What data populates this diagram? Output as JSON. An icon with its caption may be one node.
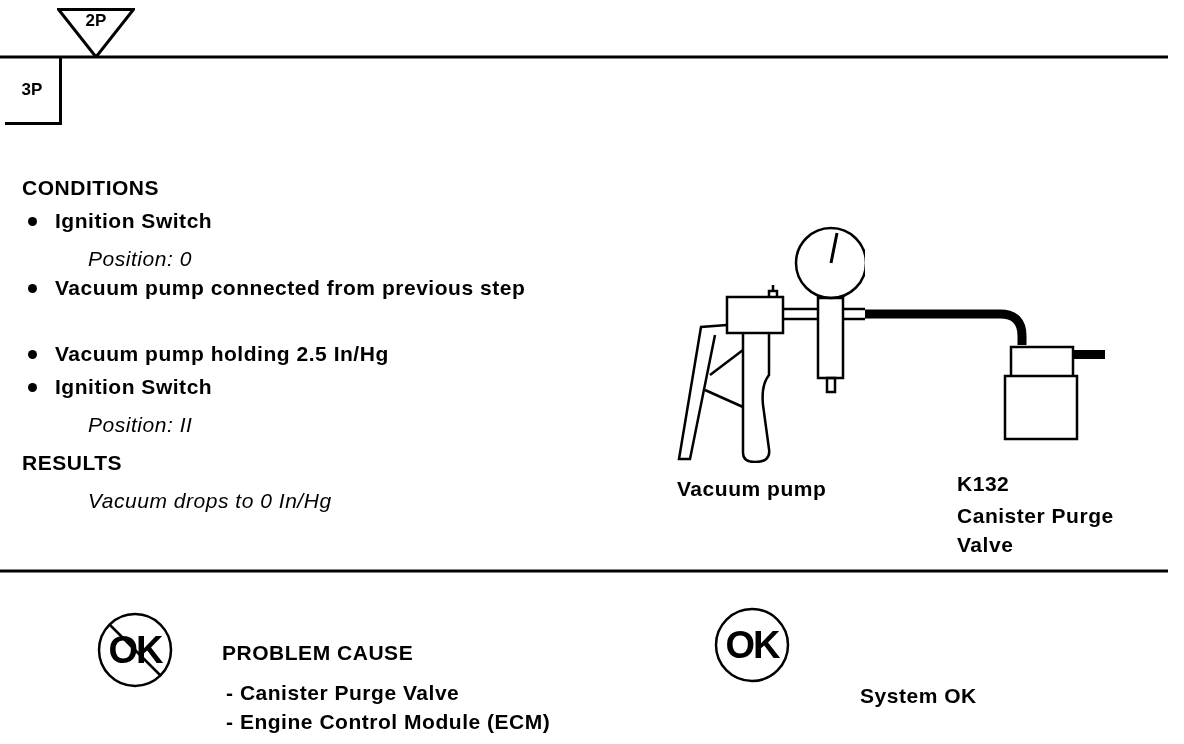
{
  "diagram": {
    "nodes": [
      {
        "text": [
          "2P"
        ]
      },
      {
        "text": [
          "3P"
        ]
      },
      {
        "text": [],
        "shape": "picture",
        "beside": [
          "Vacuum pump"
        ]
      },
      {
        "text": [],
        "shape": "picture",
        "beside": [
          "K132",
          "Canister Purge Valve"
        ]
      },
      {
        "text": [
          "OK"
        ],
        "beside": [
          "PROBLEM CAUSE"
        ]
      },
      {
        "text": [
          "OK"
        ],
        "beside": [
          "System OK"
        ]
      }
    ],
    "edges": [
      {
        "from": 2,
        "to": 3,
        "arrow": "none"
      }
    ],
    "labels": [
      "CONDITIONS",
      "Ignition Switch",
      "Position: 0",
      "Vacuum pump connected from previous step",
      "Vacuum pump holding 2.5 In/Hg",
      "Ignition Switch",
      "Position: II",
      "RESULTS",
      "Vacuum drops to 0 In/Hg",
      "- Canister Purge Valve",
      "- Engine Control Module (ECM)"
    ]
  }
}
